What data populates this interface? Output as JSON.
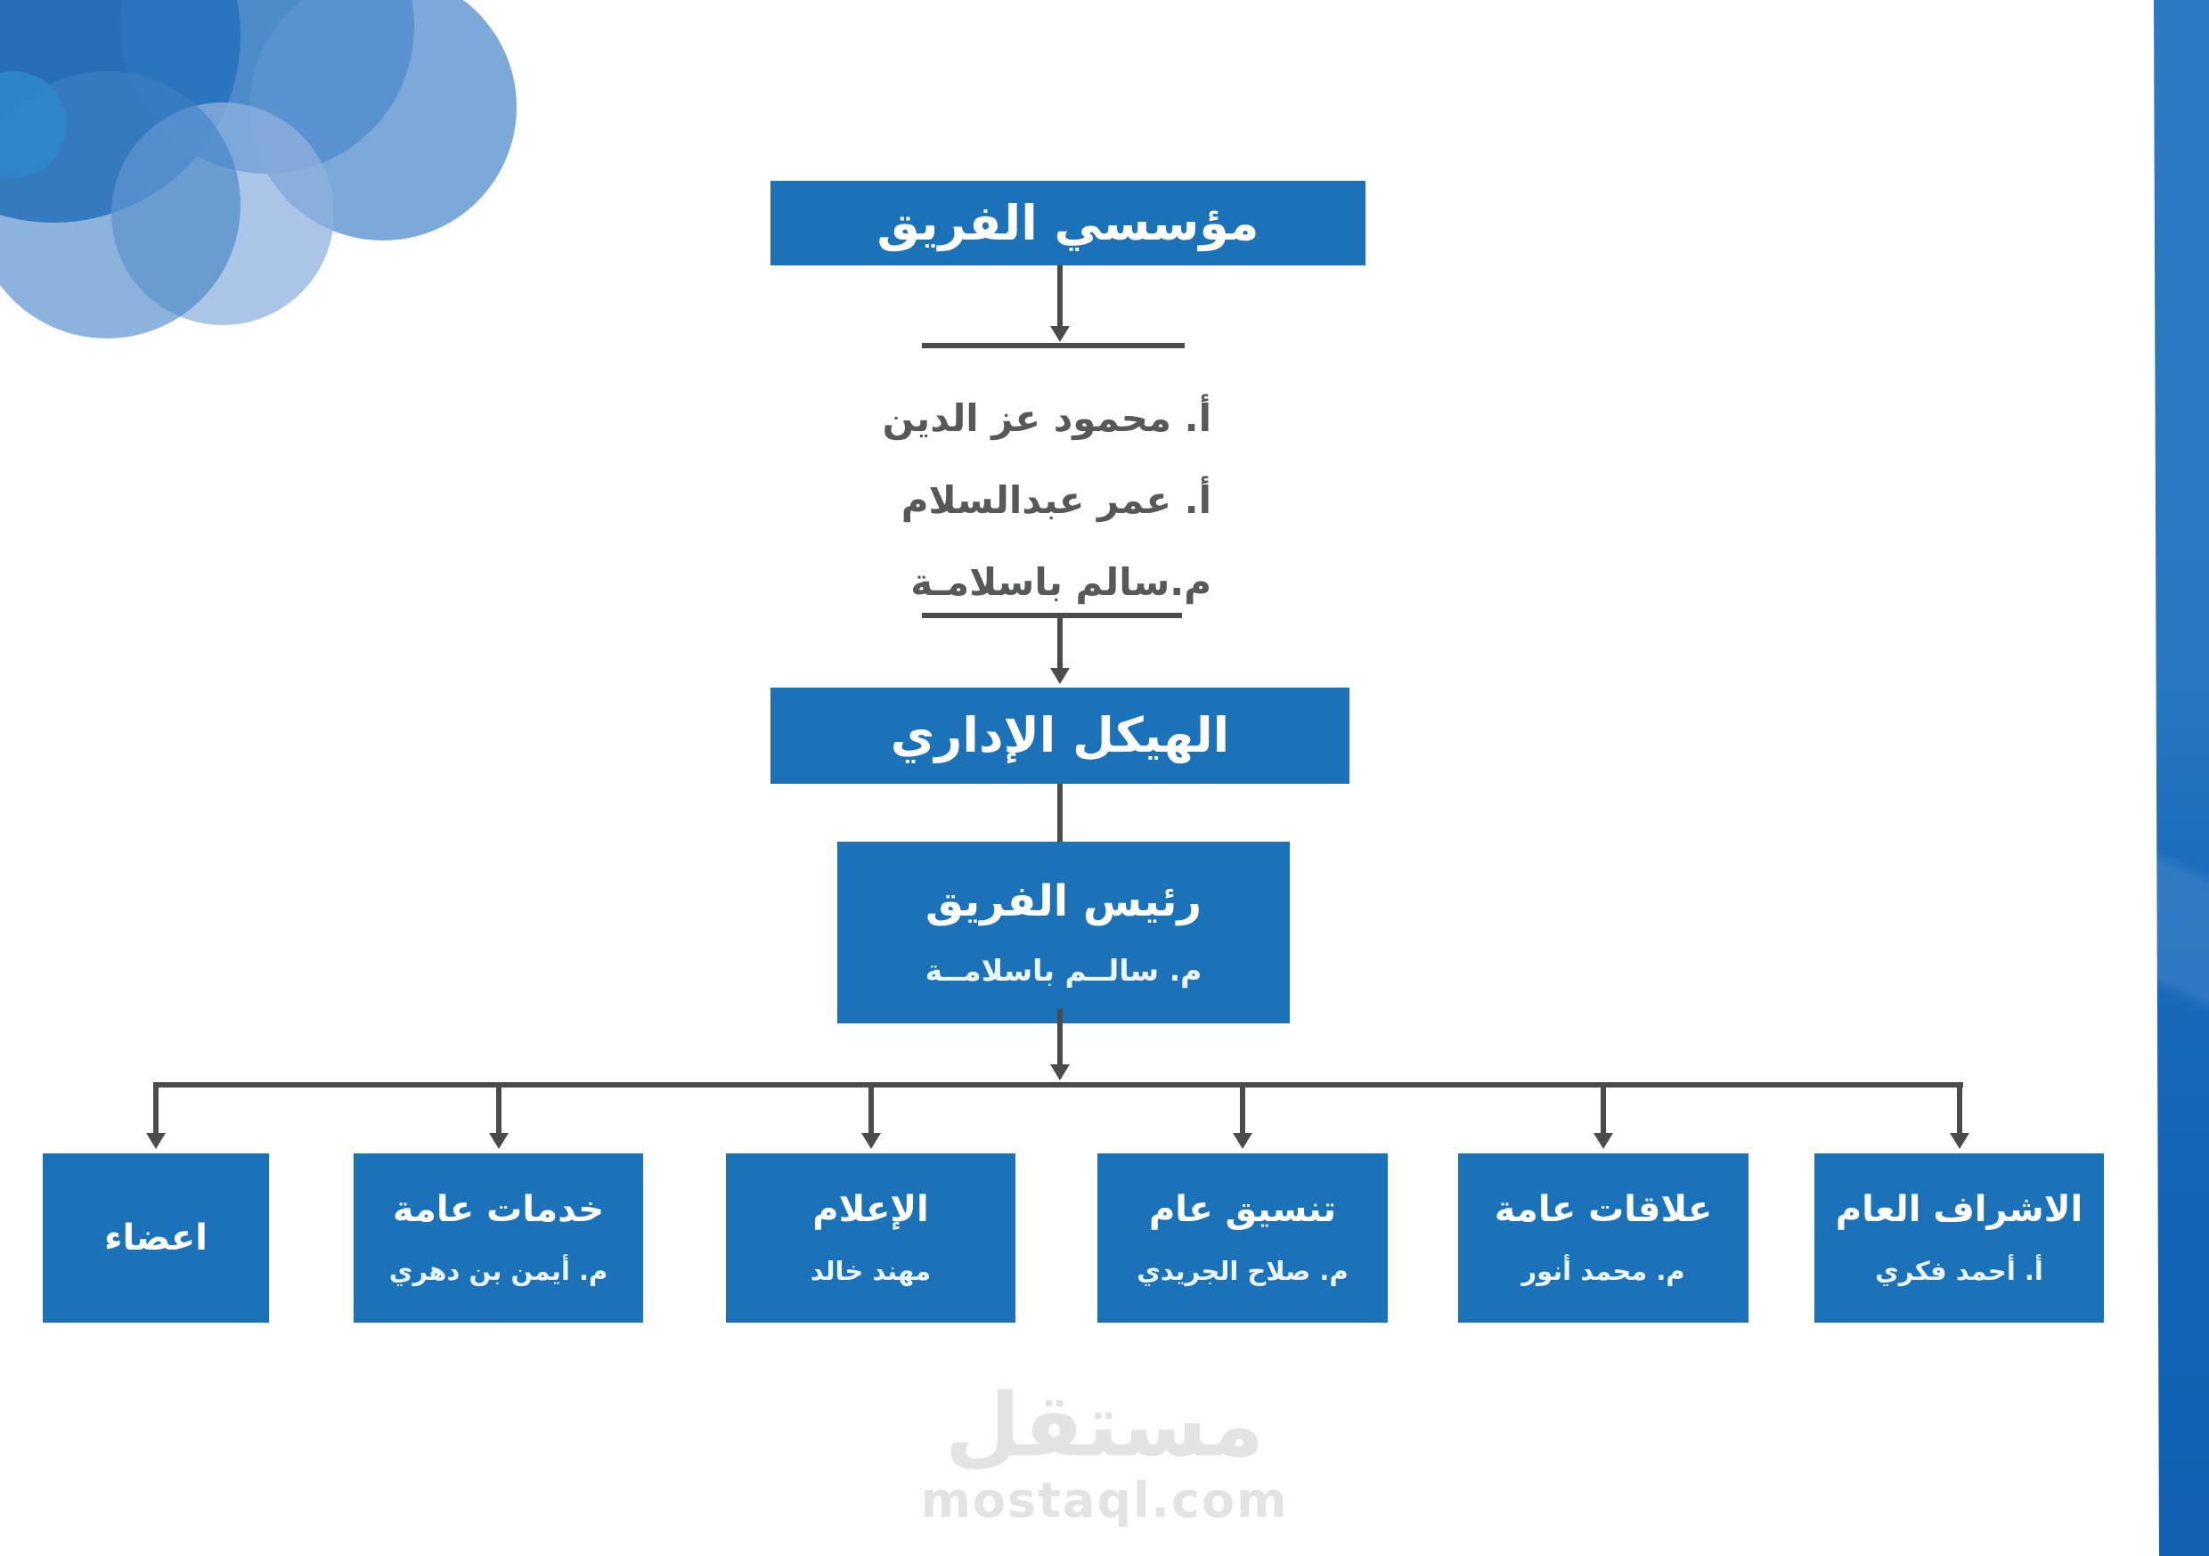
{
  "founders_box": "مؤسسي الفريق",
  "founders": [
    "أ. محمود عز الدين",
    "أ. عمر عبدالسلام",
    "م.سالم باسلامـة"
  ],
  "admin_box": "الهيكل الإداري",
  "leader": {
    "title": "رئيس الفريق",
    "name": "م. سالــم باسلامــة"
  },
  "departments": [
    {
      "title": "اعضاء",
      "name": ""
    },
    {
      "title": "خدمات عامة",
      "name": "م. أيمن بن دهري"
    },
    {
      "title": "الإعلام",
      "name": "مهند خالد"
    },
    {
      "title": "تنسيق عام",
      "name": "م. صلاح الجريدي"
    },
    {
      "title": "علاقات عامة",
      "name": "م. محمد أنور"
    },
    {
      "title": "الاشراف العام",
      "name": "أ. أحمد فكري"
    }
  ],
  "watermark": {
    "logo": "مستقل",
    "domain": "mostaql.com"
  },
  "colors": {
    "box_blue": "#1c72b8",
    "connector": "#4b4b4b",
    "founder_text": "#57585a",
    "side_band_top": "#2c7ac1",
    "side_band_bottom": "#1160b2",
    "watermark_gray": "#e3e3e3"
  }
}
